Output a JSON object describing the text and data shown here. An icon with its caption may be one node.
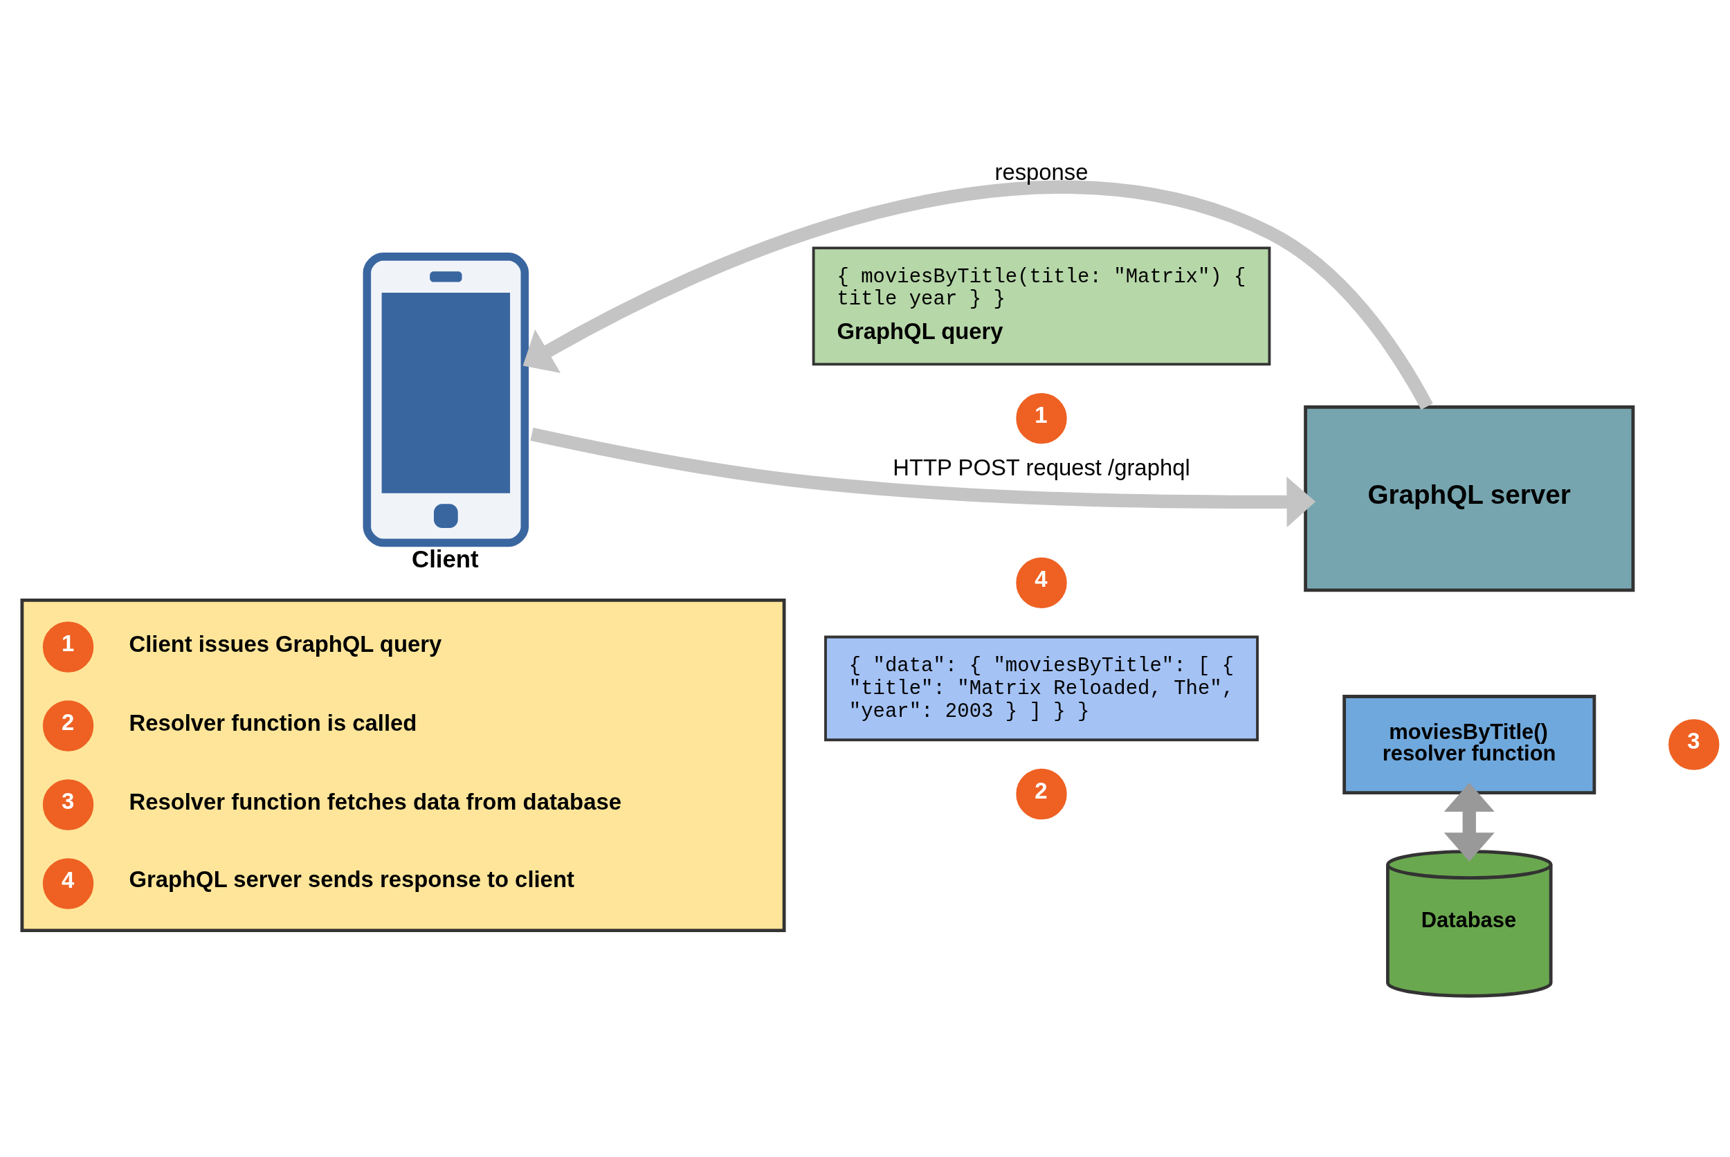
{
  "diagram": {
    "nodes": [
      {
        "text": [
          "Client"
        ]
      },
      {
        "text": [
          "1"
        ]
      },
      {
        "text": [
          "{ moviesByTitle(title: \"Matrix\") { title year } }",
          "GraphQL query"
        ]
      },
      {
        "text": [
          "GraphQL server"
        ]
      },
      {
        "text": [
          "4"
        ]
      },
      {
        "text": [
          "{ \"data\": { \"moviesByTitle\": [ { \"title\": \"Matrix Reloaded, The\", \"year\": 2003 } ] } }"
        ]
      },
      {
        "text": [
          "moviesByTitle() resolver function"
        ]
      },
      {
        "text": [
          "2"
        ]
      },
      {
        "text": [
          "3"
        ]
      },
      {
        "text": [
          "Database"
        ]
      },
      {
        "text": [],
        "shape": "box"
      },
      {
        "text": [
          "1"
        ],
        "in": 10,
        "beside": [
          "Client issues GraphQL query"
        ]
      },
      {
        "text": [
          "2"
        ],
        "in": 10,
        "beside": [
          "Resolver function is called"
        ]
      },
      {
        "text": [
          "3"
        ],
        "in": 10,
        "beside": [
          "Resolver function fetches data from database"
        ]
      },
      {
        "text": [
          "4"
        ],
        "in": 10,
        "beside": [
          "GraphQL server sends response to client"
        ]
      }
    ],
    "edges": [
      {
        "from": 0,
        "to": 3,
        "arrow": "to",
        "label": "HTTP POST request /graphql"
      },
      {
        "from": 3,
        "to": 0,
        "arrow": "to",
        "label": "response"
      },
      {
        "from": 6,
        "to": 9,
        "arrow": "both",
        "color": "#999999"
      }
    ]
  }
}
